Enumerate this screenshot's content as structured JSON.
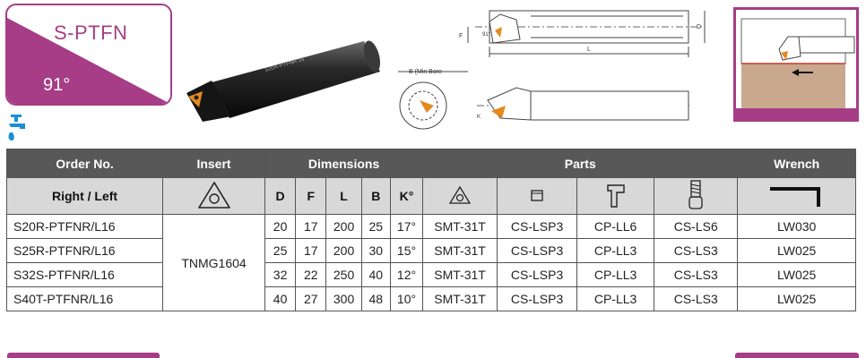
{
  "badge": {
    "title": "S-PTFN",
    "angle": "91°"
  },
  "drawing": {
    "label_d": "D",
    "label_f": "F",
    "label_l": "L",
    "label_b": "B (Min Bore",
    "label_k": "K",
    "label_91": "91°"
  },
  "tool_marking": "S20R-PTFNR 16",
  "headers": {
    "order_no": "Order No.",
    "insert": "Insert",
    "dimensions": "Dimensions",
    "parts": "Parts",
    "wrench": "Wrench",
    "right_left": "Right / Left",
    "d": "D",
    "f": "F",
    "l": "L",
    "b": "B",
    "k": "K°"
  },
  "icons": {
    "coolant": "coolant-tap-icon",
    "insert": "triangle-insert-icon",
    "shim": "shim-icon",
    "clamp": "clamp-lever-icon",
    "screw": "screw-icon",
    "wrench": "hex-key-icon"
  },
  "insert_value": "TNMG1604",
  "rows": [
    {
      "order": "S20R-PTFNR/L16",
      "d": "20",
      "f": "17",
      "l": "200",
      "b": "25",
      "k": "17°",
      "p1": "SMT-31T",
      "p2": "CS-LSP3",
      "p3": "CP-LL6",
      "p4": "CS-LS6",
      "wrench": "LW030"
    },
    {
      "order": "S25R-PTFNR/L16",
      "d": "25",
      "f": "17",
      "l": "200",
      "b": "30",
      "k": "15°",
      "p1": "SMT-31T",
      "p2": "CS-LSP3",
      "p3": "CP-LL3",
      "p4": "CS-LS3",
      "wrench": "LW025"
    },
    {
      "order": "S32S-PTFNR/L16",
      "d": "32",
      "f": "22",
      "l": "250",
      "b": "40",
      "k": "12°",
      "p1": "SMT-31T",
      "p2": "CS-LSP3",
      "p3": "CP-LL3",
      "p4": "CS-LS3",
      "wrench": "LW025"
    },
    {
      "order": "S40T-PTFNR/L16",
      "d": "40",
      "f": "27",
      "l": "300",
      "b": "48",
      "k": "10°",
      "p1": "SMT-31T",
      "p2": "CS-LSP3",
      "p3": "CP-LL3",
      "p4": "CS-LS3",
      "wrench": "LW025"
    }
  ],
  "colors": {
    "brand": "#a63d86",
    "header_dark": "#585858",
    "header_light": "#d8d8d8",
    "coolant": "#1a8fd8"
  }
}
